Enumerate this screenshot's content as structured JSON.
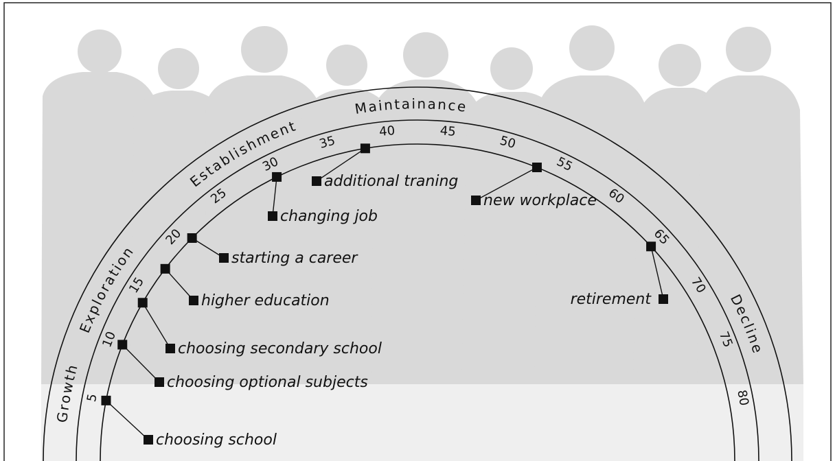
{
  "stages": [
    {
      "name": "Growth",
      "age": 5
    },
    {
      "name": "Exploration",
      "age": 13.5
    },
    {
      "name": "Establishment",
      "age": 28.5
    },
    {
      "name": "Maintainance",
      "age": 42
    },
    {
      "name": "Decline",
      "age": 74.5
    }
  ],
  "age_ticks": [
    5,
    10,
    15,
    20,
    25,
    30,
    35,
    40,
    45,
    50,
    55,
    60,
    65,
    70,
    75,
    80
  ],
  "events": [
    {
      "age": 5,
      "label": "choosing school"
    },
    {
      "age": 10,
      "label": "choosing optional subjects"
    },
    {
      "age": 14,
      "label": "choosing secondary school"
    },
    {
      "age": 17.5,
      "label": "higher education"
    },
    {
      "age": 21,
      "label": "starting a career"
    },
    {
      "age": 30,
      "label": "changing job"
    },
    {
      "age": 38,
      "label": "additional traning"
    },
    {
      "age": 53,
      "label": "new workplace"
    },
    {
      "age": 65,
      "label": "retirement"
    }
  ]
}
